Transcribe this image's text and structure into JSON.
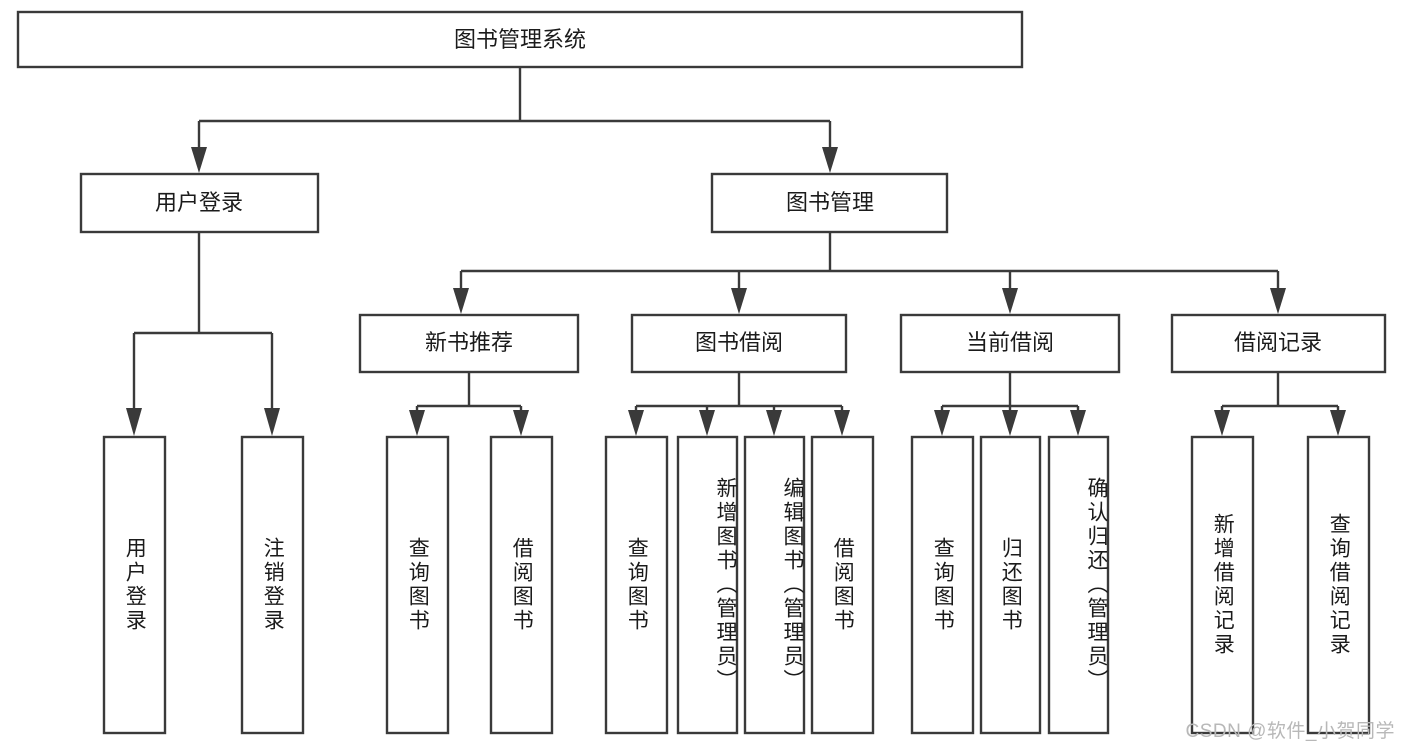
{
  "diagram": {
    "title": "图书管理系统",
    "type": "tree-hierarchy",
    "orientation": "top-down",
    "colors": {
      "box_stroke": "#3a3a3a",
      "box_fill": "#ffffff",
      "connector": "#3a3a3a",
      "text": "#1b1b1b",
      "watermark": "#b8b8b8",
      "background": "#ffffff"
    },
    "root": {
      "label": "图书管理系统"
    },
    "level2": [
      {
        "id": "user-login",
        "label": "用户登录"
      },
      {
        "id": "book-management",
        "label": "图书管理"
      }
    ],
    "level3": [
      {
        "id": "new-book-recommend",
        "label": "新书推荐"
      },
      {
        "id": "book-borrow",
        "label": "图书借阅"
      },
      {
        "id": "current-borrow",
        "label": "当前借阅"
      },
      {
        "id": "borrow-record",
        "label": "借阅记录"
      }
    ],
    "leaves": {
      "user-login": [
        {
          "id": "leaf-user-login",
          "label": "用户登录"
        },
        {
          "id": "leaf-user-logout",
          "label": "注销登录"
        }
      ],
      "new-book-recommend": [
        {
          "id": "leaf-query-book-1",
          "label": "查询图书"
        },
        {
          "id": "leaf-borrow-book-1",
          "label": "借阅图书"
        }
      ],
      "book-borrow": [
        {
          "id": "leaf-query-book-2",
          "label": "查询图书"
        },
        {
          "id": "leaf-add-book",
          "label": "新增图书（管理员）"
        },
        {
          "id": "leaf-edit-book",
          "label": "编辑图书（管理员）"
        },
        {
          "id": "leaf-borrow-book-2",
          "label": "借阅图书"
        }
      ],
      "current-borrow": [
        {
          "id": "leaf-query-book-3",
          "label": "查询图书"
        },
        {
          "id": "leaf-return-book",
          "label": "归还图书"
        },
        {
          "id": "leaf-confirm-return",
          "label": "确认归还（管理员）"
        }
      ],
      "borrow-record": [
        {
          "id": "leaf-add-record",
          "label": "新增借阅记录"
        },
        {
          "id": "leaf-query-record",
          "label": "查询借阅记录"
        }
      ]
    }
  },
  "watermark": {
    "text": "CSDN @软件_小贺同学"
  }
}
